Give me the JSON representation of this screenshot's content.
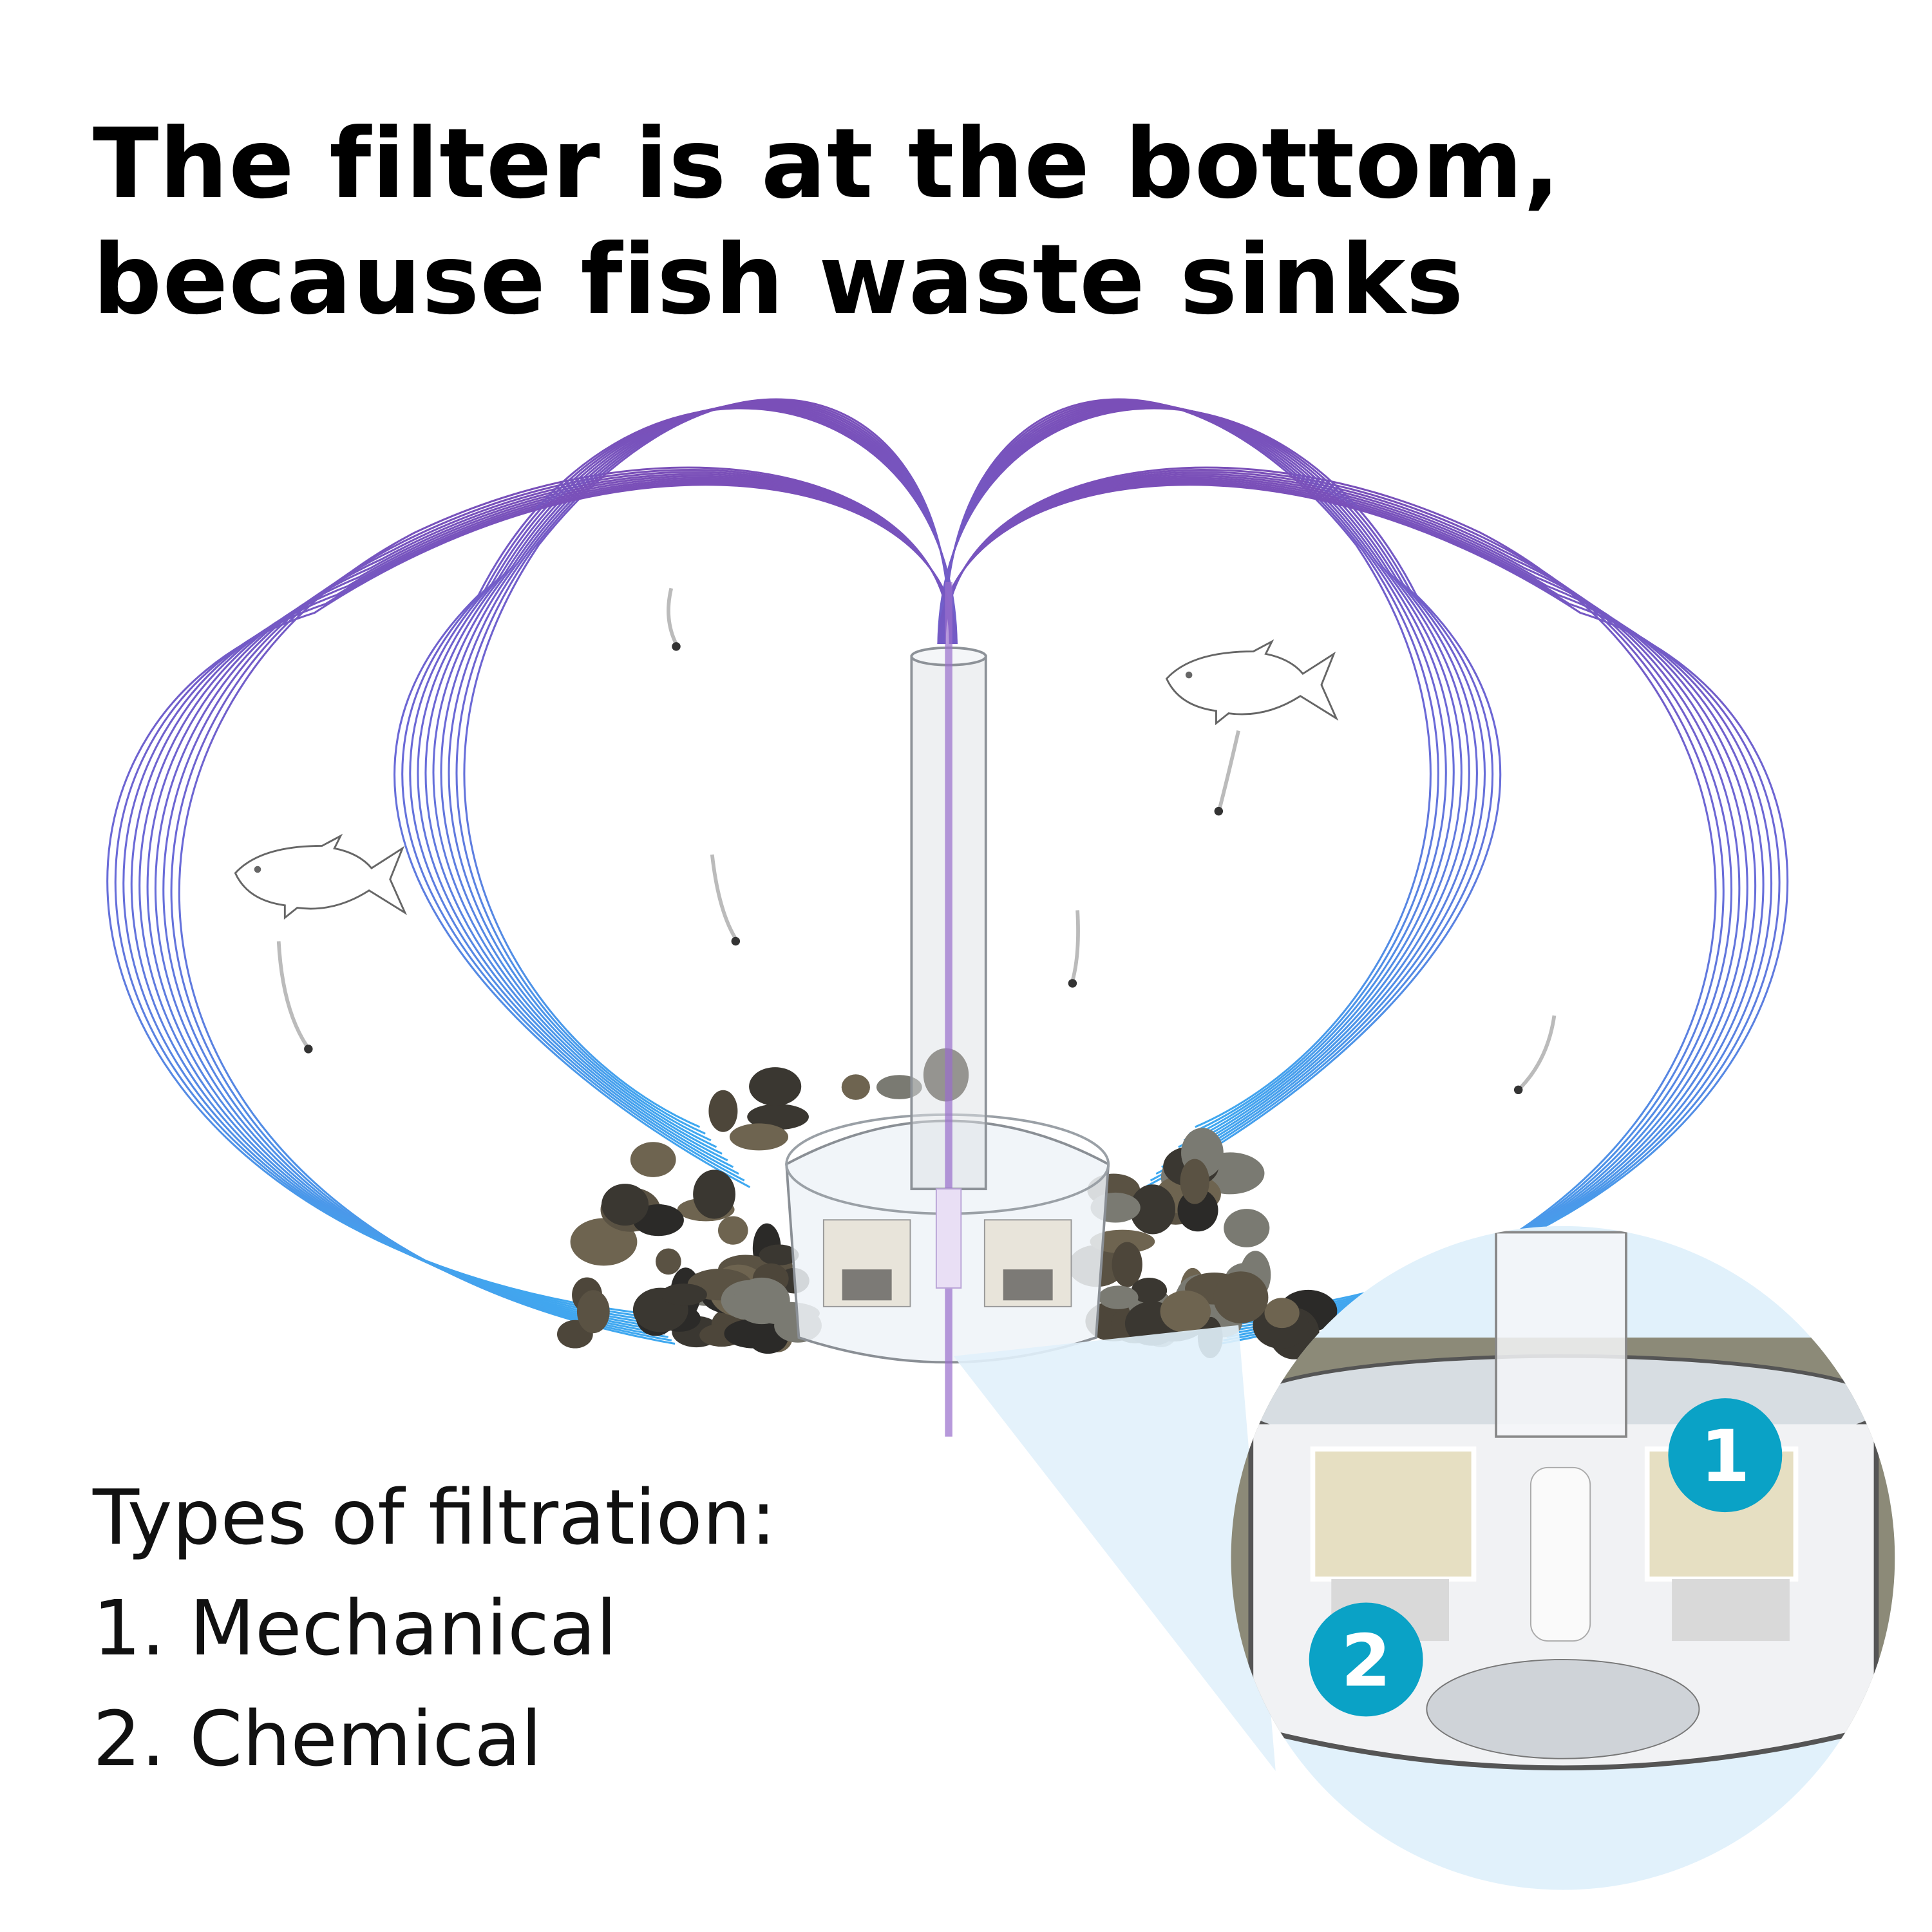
{
  "heading": {
    "line1": "The filter is at the bottom,",
    "line2": "because fish waste sinks"
  },
  "filtration": {
    "title": "Types of filtration:",
    "items": [
      "1. Mechanical",
      "2. Chemical"
    ]
  },
  "inset": {
    "badges": [
      "1",
      "2"
    ],
    "badge_color": "#0aa2c6",
    "background_color": "#e1f1fb"
  },
  "colors": {
    "flow_top": "#7a4fb8",
    "flow_bottom": "#3fa9f0",
    "text": "#000000"
  },
  "icons": [
    "fish-icon",
    "waste-particle-icon",
    "rock-cluster",
    "filter-cartridge",
    "lift-tube"
  ]
}
